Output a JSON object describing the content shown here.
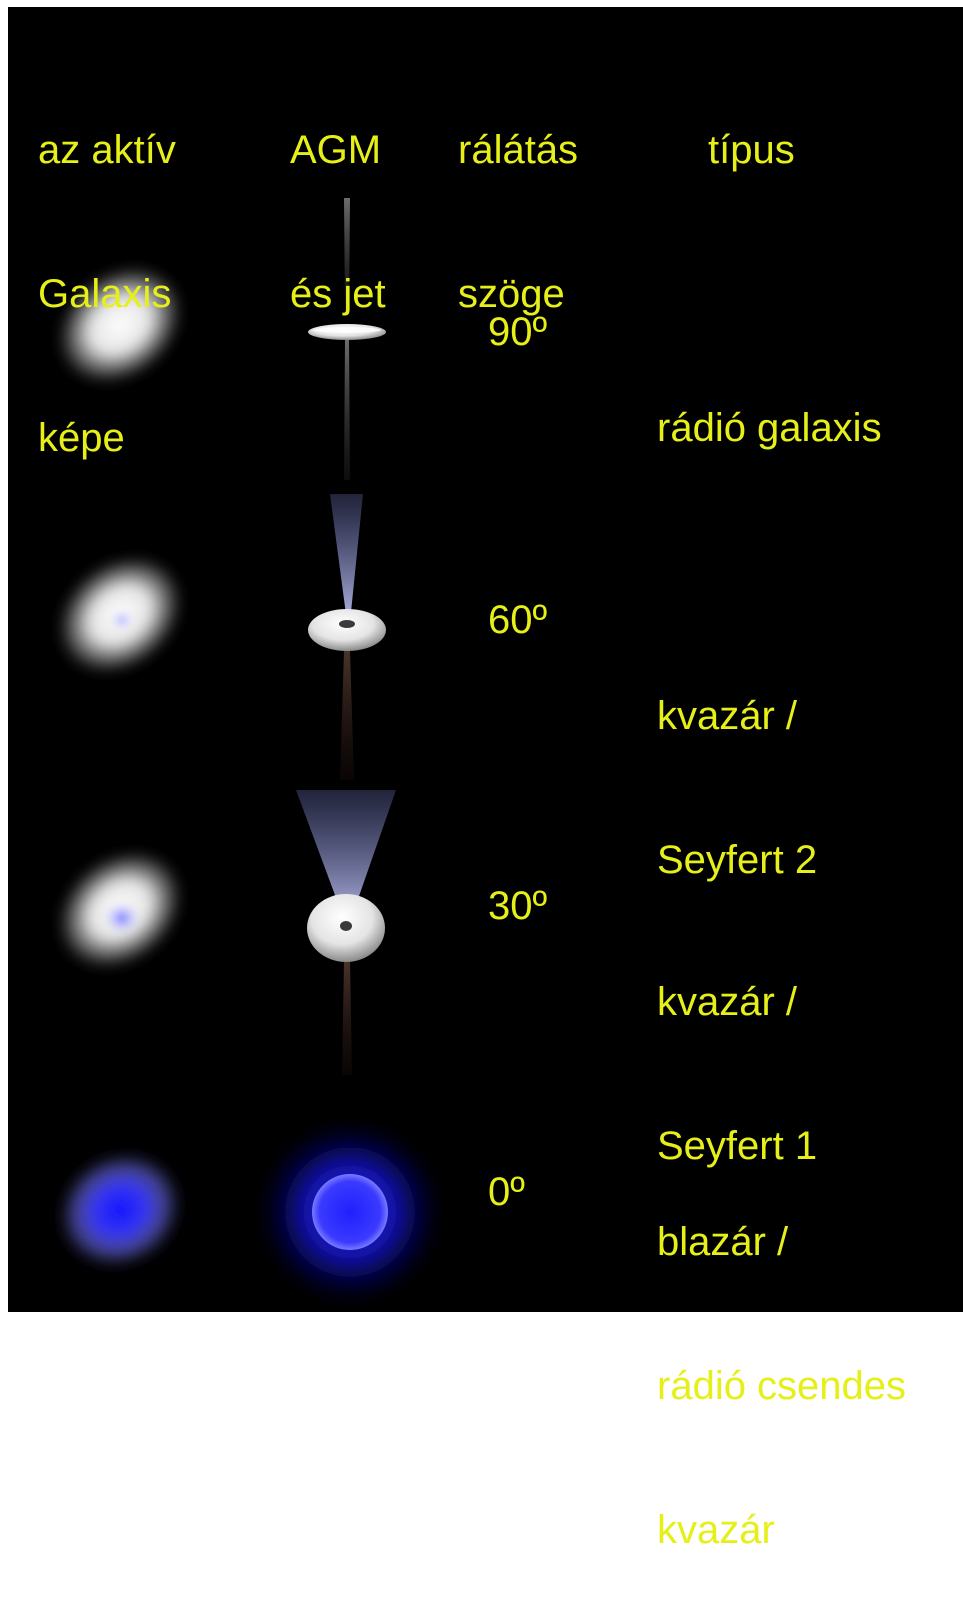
{
  "headers": {
    "image": [
      "az aktív",
      "Galaxis",
      "képe"
    ],
    "agm": [
      "AGM",
      "és jet"
    ],
    "angle": [
      "rálátás",
      "szöge"
    ],
    "type": [
      "típus"
    ]
  },
  "rows": [
    {
      "angle": "90º",
      "type": [
        "rádió galaxis"
      ]
    },
    {
      "angle": "60º",
      "type": [
        "kvazár /",
        "Seyfert 2"
      ]
    },
    {
      "angle": "30º",
      "type": [
        "kvazár /",
        "Seyfert 1"
      ]
    },
    {
      "angle": "0º",
      "type": [
        "blazár /",
        "rádió csendes",
        "kvazár"
      ]
    }
  ],
  "colors": {
    "background": "#000000",
    "text": "#e6f018",
    "galaxy_white": "#ffffff",
    "core_blue": "#2020ff",
    "jet_blue": "#a0a8ff"
  }
}
